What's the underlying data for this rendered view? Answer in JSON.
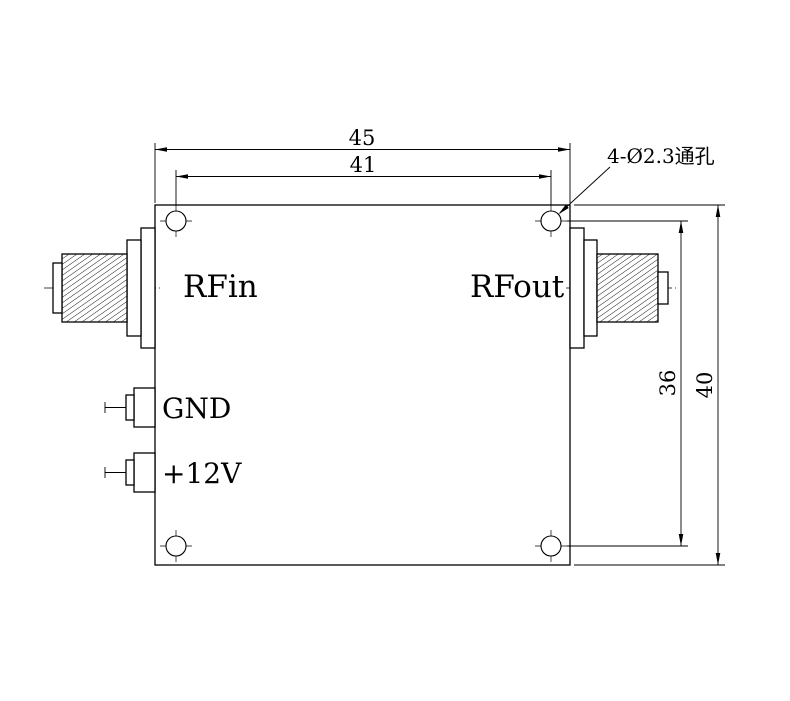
{
  "drawing": {
    "labels": {
      "rf_in": "RFin",
      "rf_out": "RFout",
      "gnd": "GND",
      "power": "+12V"
    },
    "dimensions": {
      "overall_width": "45",
      "hole_span_width": "41",
      "hole_span_height": "36",
      "overall_height": "40"
    },
    "annotations": {
      "mounting_holes": "4-Ø2.3通孔"
    },
    "colors": {
      "line": "#000000",
      "background": "#ffffff"
    }
  }
}
